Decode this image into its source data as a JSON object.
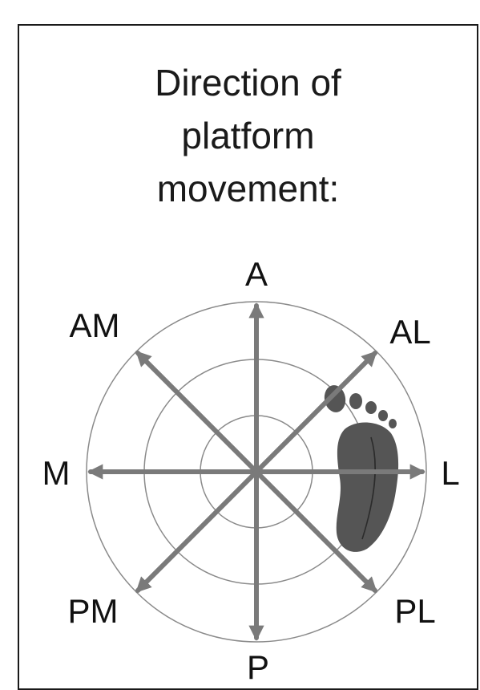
{
  "title": {
    "line1": "Direction of",
    "line2": "platform",
    "line3": "movement:"
  },
  "directions": {
    "A": "A",
    "AL": "AL",
    "L": "L",
    "PL": "PL",
    "P": "P",
    "PM": "PM",
    "M": "M",
    "AM": "AM"
  },
  "colors": {
    "arrow": "#7a7a7a",
    "circle": "#8a8a8a",
    "foot": "#555555",
    "text": "#111111"
  }
}
